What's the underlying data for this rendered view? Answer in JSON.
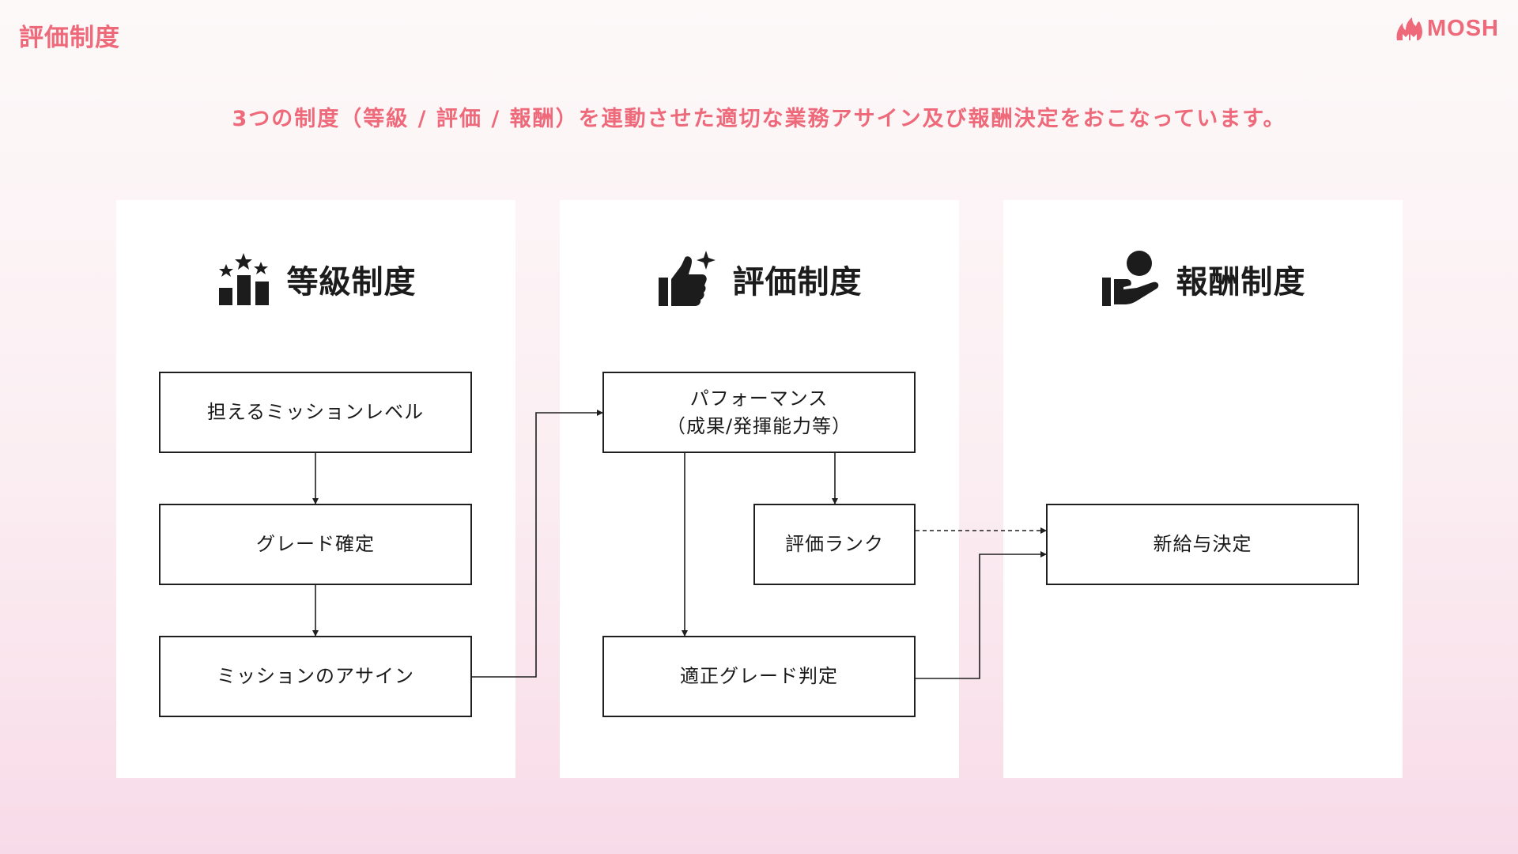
{
  "header": {
    "title": "評価制度",
    "logo_text": "MOSH",
    "subtitle": "3つの制度（等級 / 評価 / 報酬）を連動させた適切な業務アサイン及び報酬決定をおこなっています。"
  },
  "columns": [
    {
      "title": "等級制度",
      "icon": "ranking-podium-stars-icon",
      "boxes": [
        {
          "lines": [
            "担えるミッションレベル"
          ]
        },
        {
          "lines": [
            "グレード確定"
          ]
        },
        {
          "lines": [
            "ミッションのアサイン"
          ]
        }
      ]
    },
    {
      "title": "評価制度",
      "icon": "thumbs-up-sparkle-icon",
      "boxes": [
        {
          "lines": [
            "パフォーマンス",
            "（成果/発揮能力等）"
          ]
        },
        {
          "lines": [
            "評価ランク"
          ]
        },
        {
          "lines": [
            "適正グレード判定"
          ]
        }
      ]
    },
    {
      "title": "報酬制度",
      "icon": "hand-receiving-person-icon",
      "boxes": [
        {
          "lines": [
            "新給与決定"
          ]
        }
      ]
    }
  ],
  "colors": {
    "accent": "#ee6a7a",
    "line": "#1f1f1f",
    "panel": "#ffffff"
  }
}
